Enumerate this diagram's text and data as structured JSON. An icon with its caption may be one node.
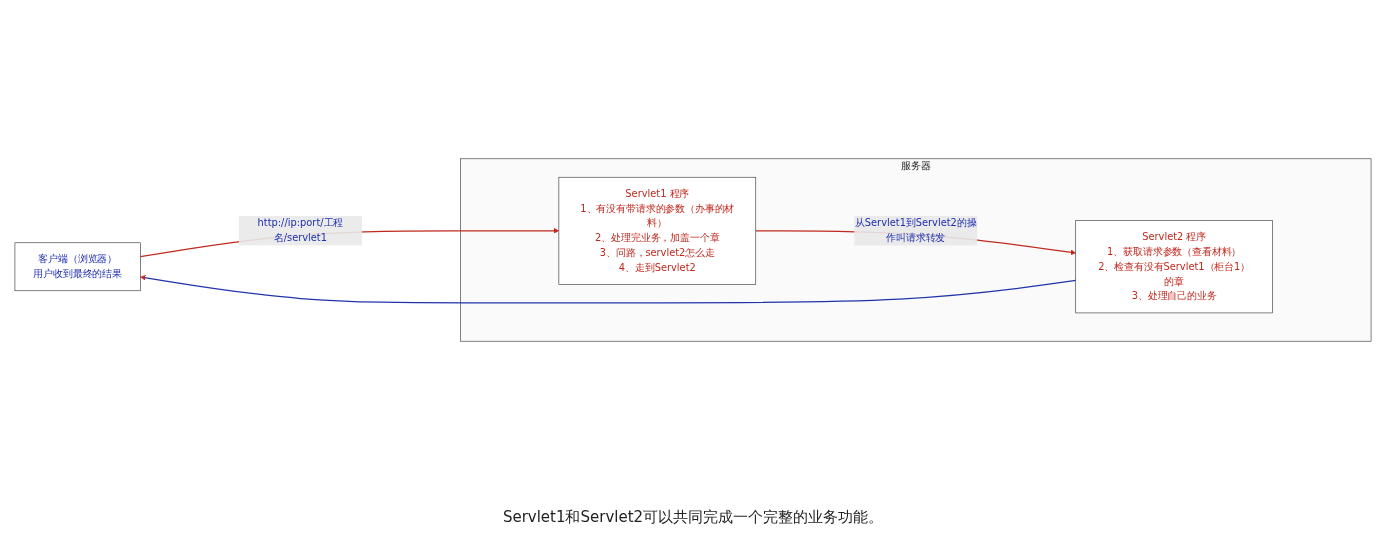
{
  "diagram": {
    "nodes": [
      {
        "text": [
          "客户端（浏览器）",
          "用户收到最终的结果"
        ]
      },
      {
        "text": [
          "服务器"
        ]
      },
      {
        "text": [
          "Servlet1 程序",
          "1、有没有带请求的参数（办事的材料）",
          "2、处理完业务，加盖一个章",
          "3、问路，servlet2怎么走",
          "4、走到Servlet2"
        ],
        "in": 1
      },
      {
        "text": [
          "Servlet2 程序",
          "1、获取请求参数（查看材料）",
          "2、检查有没有Servlet1（柜台1）的章",
          "3、处理自己的业务"
        ],
        "in": 1
      }
    ],
    "edges": [
      {
        "from": 0,
        "to": 2,
        "arrow": "to",
        "label": "http://ip:port/工程名/servlet1"
      },
      {
        "from": 2,
        "to": 3,
        "arrow": "to",
        "label": "从Servlet1到Servlet2的操作叫请求转发"
      },
      {
        "from": 3,
        "to": 0,
        "arrow": "to",
        "color": "#2233aa"
      }
    ],
    "labels": [
      "Servlet1和Servlet2可以共同完成一个完整的业务功能。"
    ]
  }
}
